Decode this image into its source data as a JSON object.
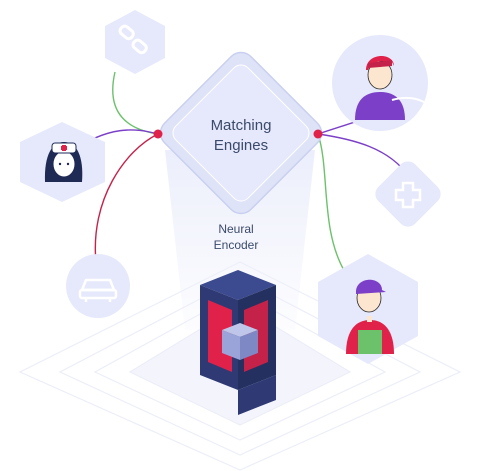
{
  "hub": {
    "line1": "Matching",
    "line2": "Engines"
  },
  "encoder": {
    "line1": "Neural",
    "line2": "Encoder"
  },
  "nodes": [
    {
      "name": "link-node",
      "icon": "chain-link-icon"
    },
    {
      "name": "nurse-node",
      "icon": "nurse-avatar-icon"
    },
    {
      "name": "car-node",
      "icon": "car-icon"
    },
    {
      "name": "driver-node",
      "icon": "driver-avatar-icon"
    },
    {
      "name": "medical-node",
      "icon": "medical-cross-icon"
    },
    {
      "name": "worker-node",
      "icon": "worker-avatar-icon"
    }
  ],
  "colors": {
    "accent_red": "#e0224a",
    "navy": "#2f3a75",
    "lavender": "#e6e9fb",
    "line_green": "#6cc26b",
    "line_purple": "#7b3fc8",
    "line_red": "#c5224a"
  }
}
